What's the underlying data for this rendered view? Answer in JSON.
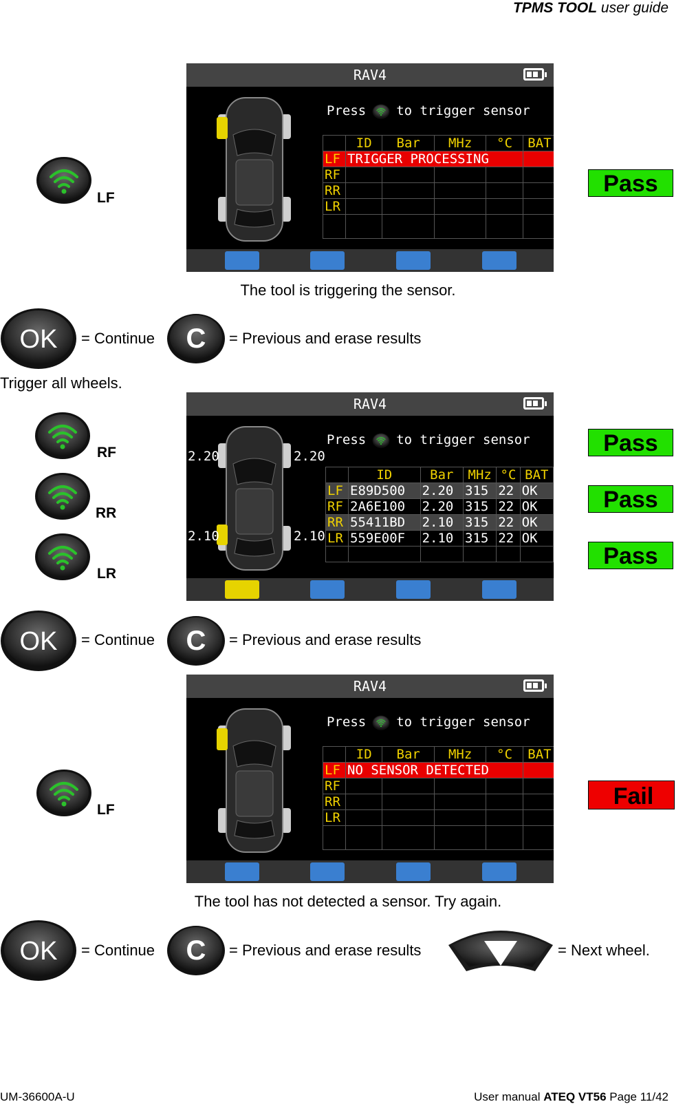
{
  "header": {
    "title_bold": "TPMS TOOL",
    "title_rest": " user guide"
  },
  "footer": {
    "left": "UM-36600A-U",
    "right_prefix": "User manual ",
    "right_bold": "ATEQ VT56",
    "right_suffix": " Page 11/42"
  },
  "legend": {
    "continue": "= Continue",
    "previous": "= Previous and erase results",
    "next": "= Next wheel."
  },
  "buttons": {
    "ok": "OK",
    "c": "C"
  },
  "intro_text": "Trigger all wheels.",
  "screen1": {
    "title": "RAV4",
    "prompt_left": "Press",
    "prompt_right": "to trigger sensor",
    "headers": [
      "ID",
      "Bar",
      "MHz",
      "°C",
      "BAT"
    ],
    "rows": [
      {
        "pos": "LF",
        "text": "TRIGGER PROCESSING"
      },
      {
        "pos": "RF",
        "text": ""
      },
      {
        "pos": "RR",
        "text": ""
      },
      {
        "pos": "LR",
        "text": ""
      }
    ],
    "caption": "The tool is triggering the sensor.",
    "trigger_label": "LF",
    "badge": "Pass"
  },
  "screen2": {
    "title": "RAV4",
    "prompt_left": "Press",
    "prompt_right": "to trigger sensor",
    "headers": [
      "ID",
      "Bar",
      "MHz",
      "°C",
      "BAT"
    ],
    "rows": [
      {
        "pos": "LF",
        "id": "E89D500",
        "bar": "2.20",
        "mhz": "315",
        "c": "22",
        "bat": "OK"
      },
      {
        "pos": "RF",
        "id": "2A6E100",
        "bar": "2.20",
        "mhz": "315",
        "c": "22",
        "bat": "OK"
      },
      {
        "pos": "RR",
        "id": "55411BD",
        "bar": "2.10",
        "mhz": "315",
        "c": "22",
        "bat": "OK"
      },
      {
        "pos": "LR",
        "id": "559E00F",
        "bar": "2.10",
        "mhz": "315",
        "c": "22",
        "bat": "OK"
      }
    ],
    "tire_values": {
      "fl": "2.20",
      "fr": "2.20",
      "rl": "2.10",
      "rr": "2.10"
    },
    "trigger_labels": [
      "RF",
      "RR",
      "LR"
    ],
    "badges": [
      "Pass",
      "Pass",
      "Pass"
    ]
  },
  "screen3": {
    "title": "RAV4",
    "prompt_left": "Press",
    "prompt_right": "to trigger sensor",
    "headers": [
      "ID",
      "Bar",
      "MHz",
      "°C",
      "BAT"
    ],
    "rows": [
      {
        "pos": "LF",
        "text": "NO SENSOR DETECTED"
      },
      {
        "pos": "RF",
        "text": ""
      },
      {
        "pos": "RR",
        "text": ""
      },
      {
        "pos": "LR",
        "text": ""
      }
    ],
    "caption": "The tool has not detected a sensor. Try again.",
    "trigger_label": "LF",
    "badge": "Fail"
  },
  "colors": {
    "pass": "#22e000",
    "fail": "#ee0000",
    "screen_red": "#e80000",
    "label_yellow": "#f1d200"
  }
}
